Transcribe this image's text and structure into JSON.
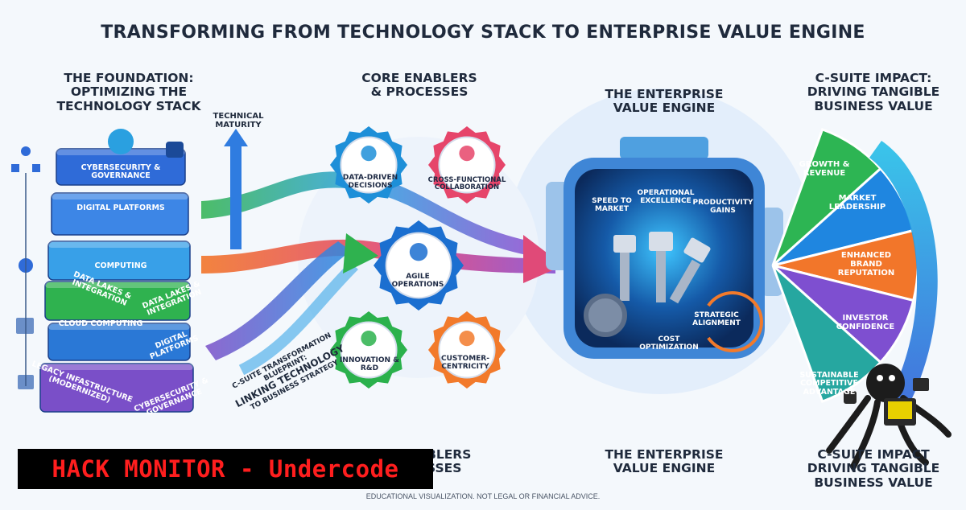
{
  "title": "TRANSFORMING FROM TECHNOLOGY STACK TO ENTERPRISE VALUE ENGINE",
  "foundation": {
    "heading": [
      "THE FOUNDATION:",
      "OPTIMIZING THE",
      "TECHNOLOGY STACK"
    ],
    "layers": [
      {
        "label": "CYBERSECURITY & GOVERNANCE",
        "color": "#2f6bd8"
      },
      {
        "label": "DIGITAL PLATFORMS",
        "color": "#3d86e6"
      },
      {
        "label": "COMPUTING",
        "color": "#38a0e8"
      },
      {
        "label": "DATA LAKES & INTEGRATION",
        "color": "#2fb24f"
      },
      {
        "label": "CLOUD COMPUTING",
        "color": "#2a78d6"
      },
      {
        "label": "LEGACY INFASTRUCTURE (MODERNIZED)",
        "color": "#7a4fc8"
      }
    ],
    "side_labels": [
      "DATA LAKES & INTEGRATION",
      "DIGITAL PLATFORMS",
      "CYBERSECURITY & GOVERNANCE"
    ],
    "technical_maturity": [
      "TECHNICAL",
      "MATURITY"
    ],
    "blueprint": [
      "C-SUITE TRANSFORMATION BLUEPRINT:",
      "LINKING TECHNOLOGY",
      "TO BUSINESS STRATEGY"
    ]
  },
  "enablers": {
    "heading": [
      "CORE ENABLERS",
      "& PROCESSES"
    ],
    "heading_echo": [
      "BLERS",
      "SSES"
    ],
    "gears": [
      {
        "label": "DATA-DRIVEN DECISIONS",
        "color": "#1e8fd8"
      },
      {
        "label": "CROSS-FUNCTIONAL COLLABORATION",
        "color": "#e6456a"
      },
      {
        "label": "AGILE OPERATIONS",
        "color": "#1b6fd0"
      },
      {
        "label": "INNOVATION & R&D",
        "color": "#2bb14c"
      },
      {
        "label": "CUSTOMER-CENTRICITY",
        "color": "#f27a2b"
      }
    ]
  },
  "engine": {
    "heading": [
      "THE ENTERPRISE",
      "VALUE ENGINE"
    ],
    "heading_echo": [
      "THE ENTERPRISE",
      "VALUE ENGINE"
    ],
    "labels": [
      "SPEED TO MARKET",
      "OPERATIONAL EXCELLENCE",
      "PRODUCTIVITY GAINS",
      "STRATEGIC ALIGNMENT",
      "COST OPTIMIZATION"
    ]
  },
  "impact": {
    "heading": [
      "C-SUITE IMPACT:",
      "DRIVING TANGIBLE",
      "BUSINESS VALUE"
    ],
    "heading_echo": [
      "C-SUITE IMPACT",
      "DRIVING TANGIBLE",
      "BUSINESS VALUE"
    ],
    "segments": [
      {
        "label": "GROWTH & REVENUE",
        "color": "#2db553"
      },
      {
        "label": "MARKET LEADERSHIP",
        "color": "#1f86e0"
      },
      {
        "label": "ENHANCED BRAND REPUTATION",
        "color": "#f2762a"
      },
      {
        "label": "INVESTOR CONFIDENCE",
        "color": "#7e4fd0"
      },
      {
        "label": "SUSTAINABLE COMPETITIVE ADVANTAGE",
        "color": "#26a7a0"
      }
    ]
  },
  "banner": "HACK MONITOR - Undercode",
  "footer": "EDUCATIONAL VISUALIZATION. NOT LEGAL OR FINANCIAL ADVICE."
}
